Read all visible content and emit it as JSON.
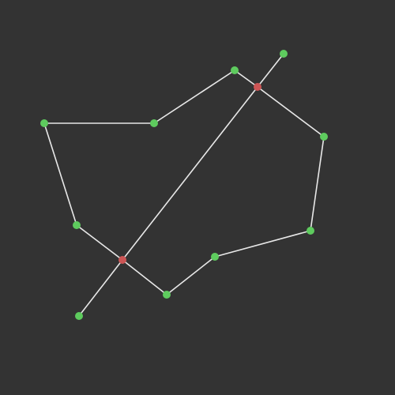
{
  "colors": {
    "background": "#333333",
    "edge": "#e8e8e8",
    "node_ok": "#5ecb5e",
    "node_crossing": "#cc5555"
  },
  "puzzle": {
    "type": "untangle",
    "node_count": 12,
    "edge_count": 12,
    "crossing_count": 1,
    "edges": [
      {
        "from": "n0",
        "to": "n1"
      },
      {
        "from": "n1",
        "to": "n2"
      },
      {
        "from": "n2",
        "to": "n3"
      },
      {
        "from": "n3",
        "to": "n4"
      },
      {
        "from": "n4",
        "to": "n5"
      },
      {
        "from": "n5",
        "to": "n6"
      },
      {
        "from": "n6",
        "to": "n7"
      },
      {
        "from": "n7",
        "to": "n8"
      },
      {
        "from": "n8",
        "to": "n9"
      },
      {
        "from": "n9",
        "to": "n10"
      },
      {
        "from": "n10",
        "to": "n11"
      },
      {
        "from": "n11",
        "to": "n0"
      },
      {
        "from": "n10",
        "to": "n12"
      },
      {
        "from": "n12",
        "to": "n3"
      },
      {
        "from": "n3",
        "to": "n13"
      }
    ],
    "nodes": [
      {
        "id": "n0",
        "state": "ok"
      },
      {
        "id": "n1",
        "state": "ok"
      },
      {
        "id": "n2",
        "state": "ok"
      },
      {
        "id": "n3",
        "state": "crossing"
      },
      {
        "id": "n4",
        "state": "ok"
      },
      {
        "id": "n5",
        "state": "ok"
      },
      {
        "id": "n6",
        "state": "ok"
      },
      {
        "id": "n7",
        "state": "ok"
      },
      {
        "id": "n8",
        "state": "ok"
      },
      {
        "id": "n9",
        "state": "crossing"
      },
      {
        "id": "n10",
        "state": "ok"
      },
      {
        "id": "n11",
        "state": "ok"
      },
      {
        "id": "n12",
        "state": "ok"
      },
      {
        "id": "n13",
        "state": "ok"
      }
    ]
  }
}
